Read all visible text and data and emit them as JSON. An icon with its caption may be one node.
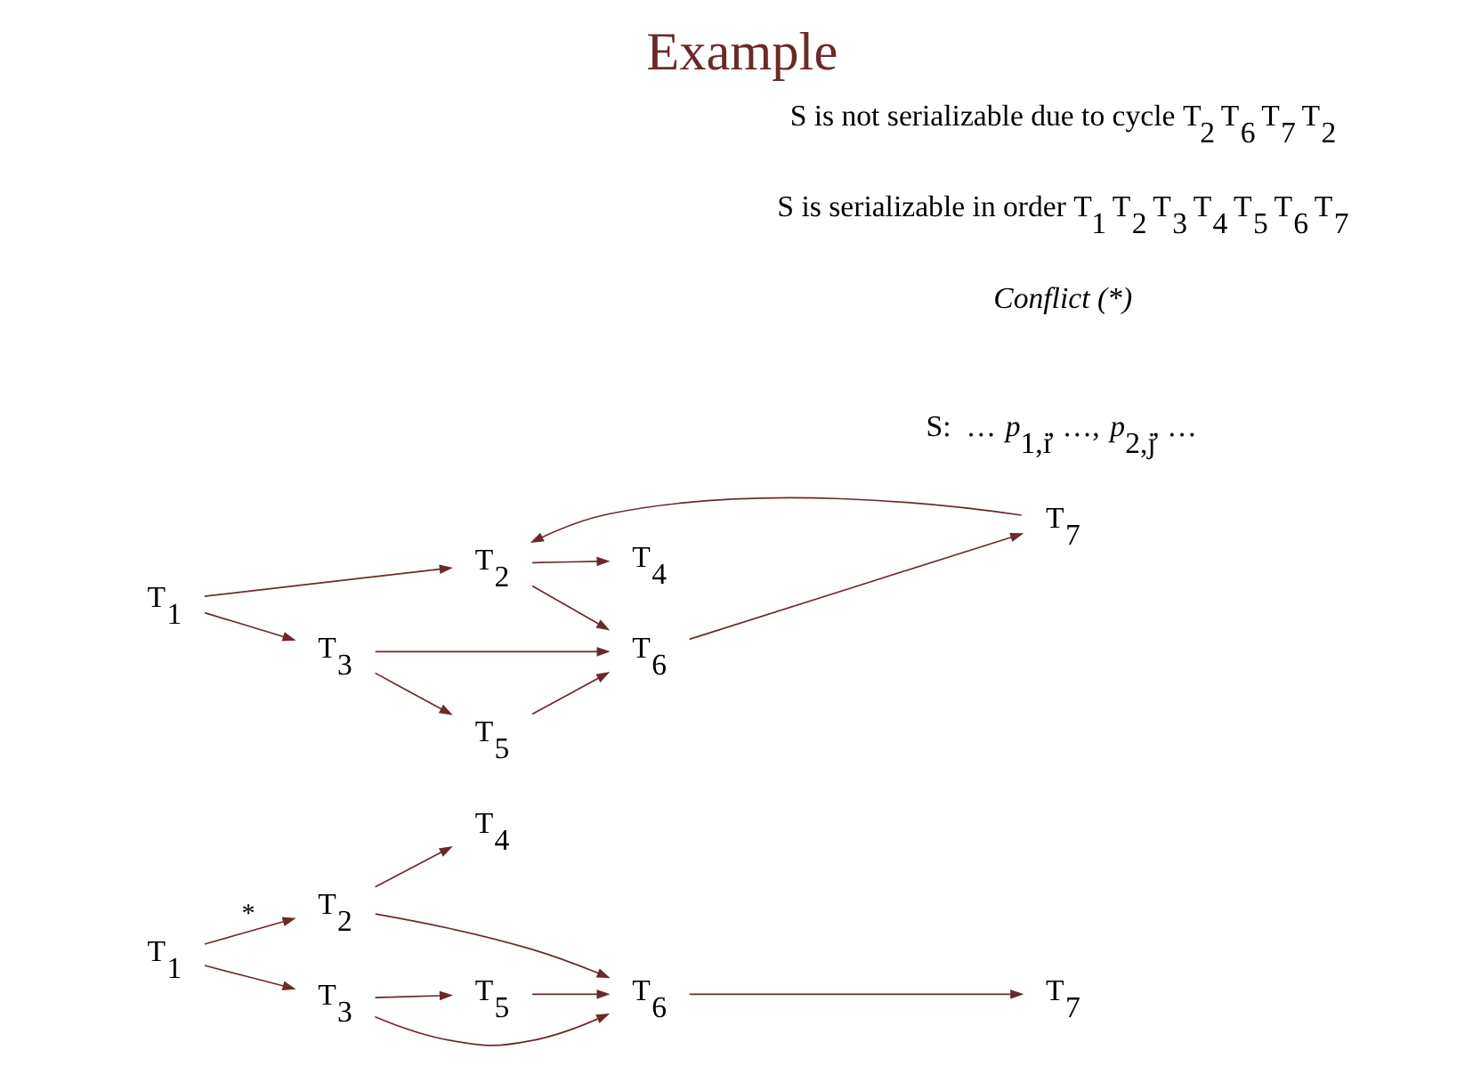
{
  "diagram": {
    "title": "Example",
    "nodes": [
      {
        "text": [
          "T$_{1}$"
        ]
      },
      {
        "text": [
          "T$_{2}$"
        ]
      },
      {
        "text": [
          "T$_{3}$"
        ]
      },
      {
        "text": [
          "T$_{4}$"
        ]
      },
      {
        "text": [
          "T$_{5}$"
        ]
      },
      {
        "text": [
          "T$_{6}$"
        ]
      },
      {
        "text": [
          "T$_{7}$"
        ]
      },
      {
        "text": [
          "T$_{1}$"
        ]
      },
      {
        "text": [
          "T$_{2}$"
        ]
      },
      {
        "text": [
          "T$_{3}$"
        ]
      },
      {
        "text": [
          "T$_{4}$"
        ]
      },
      {
        "text": [
          "T$_{5}$"
        ]
      },
      {
        "text": [
          "T$_{6}$"
        ]
      },
      {
        "text": [
          "T$_{7}$"
        ]
      }
    ],
    "edges": [
      {
        "from": 0,
        "to": 1,
        "arrow": "to",
        "label": "*"
      },
      {
        "from": 0,
        "to": 2,
        "arrow": "to"
      },
      {
        "from": 1,
        "to": 3,
        "arrow": "to"
      },
      {
        "from": 1,
        "to": 5,
        "arrow": "to"
      },
      {
        "from": 2,
        "to": 4,
        "arrow": "to"
      },
      {
        "from": 2,
        "to": 5,
        "arrow": "to"
      },
      {
        "from": 4,
        "to": 5,
        "arrow": "to"
      },
      {
        "from": 5,
        "to": 6,
        "arrow": "to"
      },
      {
        "from": 7,
        "to": 8,
        "arrow": "to"
      },
      {
        "from": 7,
        "to": 9,
        "arrow": "to"
      },
      {
        "from": 8,
        "to": 10,
        "arrow": "to"
      },
      {
        "from": 8,
        "to": 12,
        "arrow": "to"
      },
      {
        "from": 13,
        "to": 8,
        "arrow": "to"
      },
      {
        "from": 9,
        "to": 11,
        "arrow": "to"
      },
      {
        "from": 9,
        "to": 12,
        "arrow": "to"
      },
      {
        "from": 11,
        "to": 12,
        "arrow": "to"
      },
      {
        "from": 12,
        "to": 13,
        "arrow": "to"
      }
    ],
    "labels": [
      "Conflict (*)",
      "S:  … *p*$_{1,i}$, …, *p*$_{2,j}$, …",
      "S is serializable in order T$_{1}$ T$_{2}$ T$_{3}$ T$_{4}$ T$_{5}$ T$_{6}$ T$_{7}$",
      "S is not serializable due to cycle T$_{2}$ T$_{6}$ T$_{7}$ T$_{2}$"
    ]
  }
}
